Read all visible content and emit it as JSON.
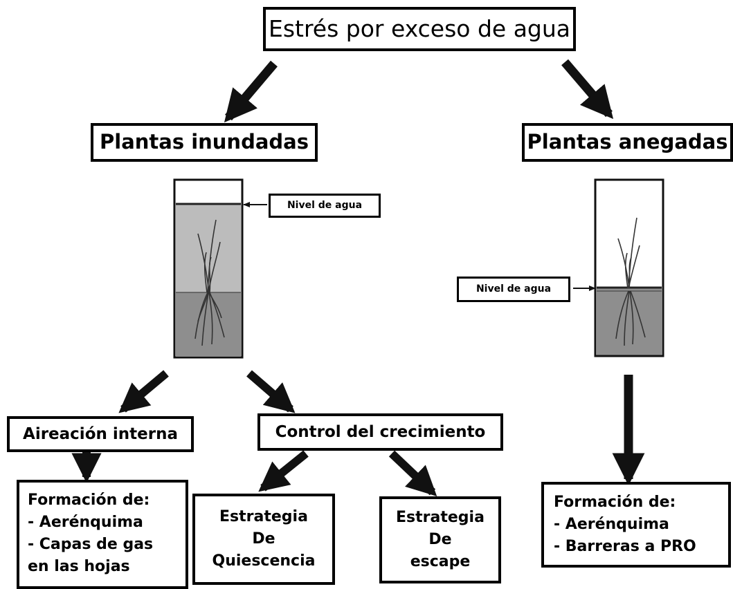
{
  "title": "Estrés por exceso de agua",
  "left_branch": {
    "heading": "Plantas inundadas",
    "water_label": "Nivel de agua",
    "children": [
      {
        "heading": "Aireación interna",
        "detail_lines": [
          "Formación de:",
          "- Aerénquima",
          "- Capas de gas",
          "en las hojas"
        ]
      },
      {
        "heading": "Control del crecimiento",
        "strategies": [
          {
            "lines": [
              "Estrategia",
              "De",
              "Quiescencia"
            ]
          },
          {
            "lines": [
              "Estrategia",
              "De",
              "escape"
            ]
          }
        ]
      }
    ]
  },
  "right_branch": {
    "heading": "Plantas anegadas",
    "water_label": "Nivel de agua",
    "detail_lines": [
      "Formación de:",
      "- Aerénquima",
      "- Barreras a PRO"
    ]
  }
}
